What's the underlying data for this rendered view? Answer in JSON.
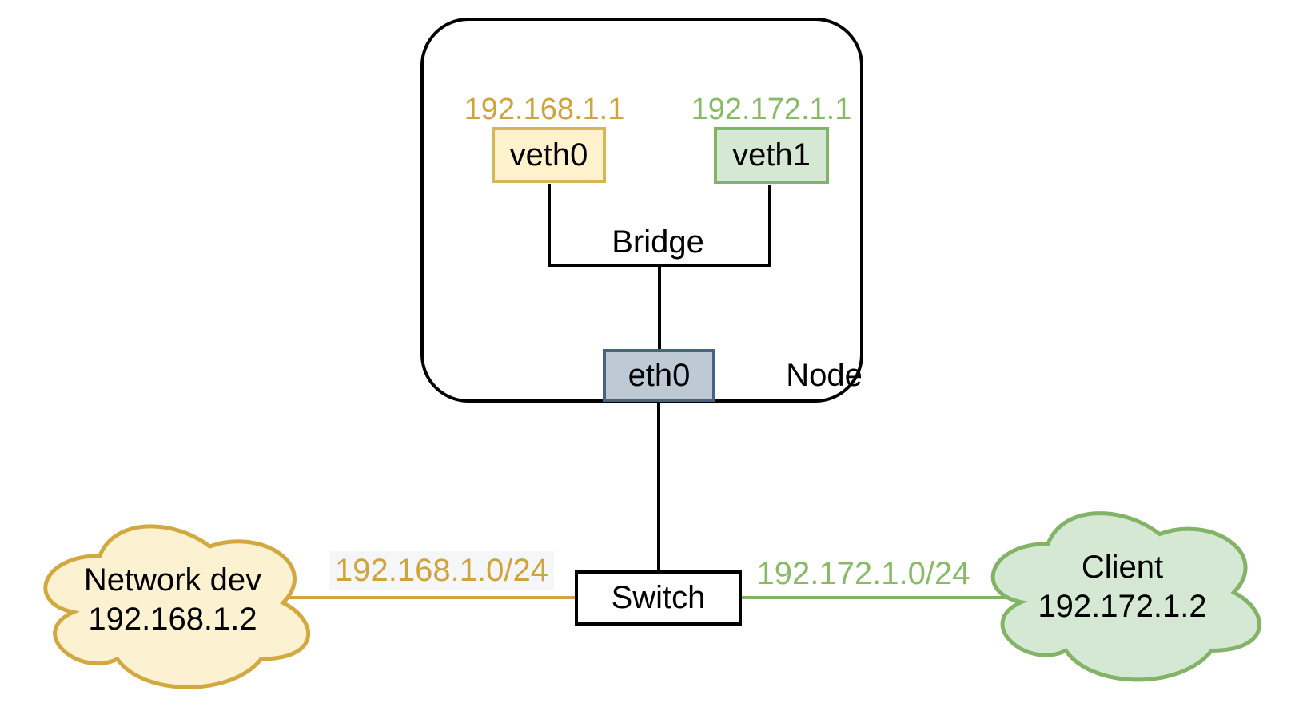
{
  "diagram": {
    "title_hint": "container network topology",
    "node": {
      "label": "Node",
      "interfaces": [
        {
          "name": "veth0",
          "ip": "192.168.1.1",
          "color_theme": "yellow"
        },
        {
          "name": "veth1",
          "ip": "192.172.1.1",
          "color_theme": "green"
        }
      ],
      "bridge_label": "Bridge",
      "eth0_label": "eth0"
    },
    "switch_label": "Switch",
    "clouds": {
      "left": {
        "line1": "Network dev",
        "line2": "192.168.1.2"
      },
      "right": {
        "line1": "Client",
        "line2": "192.172.1.2"
      }
    },
    "links": {
      "left_subnet": "192.168.1.0/24",
      "right_subnet": "192.172.1.0/24"
    },
    "colors": {
      "yellow_fill": "#FFF2CC",
      "yellow_stroke": "#D6B656",
      "yellow_text": "#CFA43D",
      "green_fill": "#D5E8D4",
      "green_stroke": "#82B366",
      "green_text": "#89BA67",
      "eth0_fill": "#BDC9D4",
      "eth0_stroke": "#47637F",
      "line_black": "#000000",
      "label_bg": "#F5F6F8",
      "canvas_bg": "#FFFFFF"
    }
  }
}
